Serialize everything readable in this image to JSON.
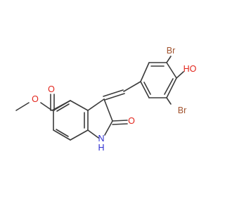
{
  "structure": {
    "atom_labels": {
      "br_top": "Br",
      "br_bottom": "Br",
      "hydroxyl": "HO",
      "ester_carbonyl_o": "O",
      "ester_ether_o": "O",
      "lactam_o": "O",
      "amine": "N",
      "amine_h": "H"
    },
    "colors": {
      "bond": "#3b3b3b",
      "bromine": "#a0522d",
      "oxygen": "#e2231a",
      "nitrogen": "#2d2dcf"
    }
  }
}
